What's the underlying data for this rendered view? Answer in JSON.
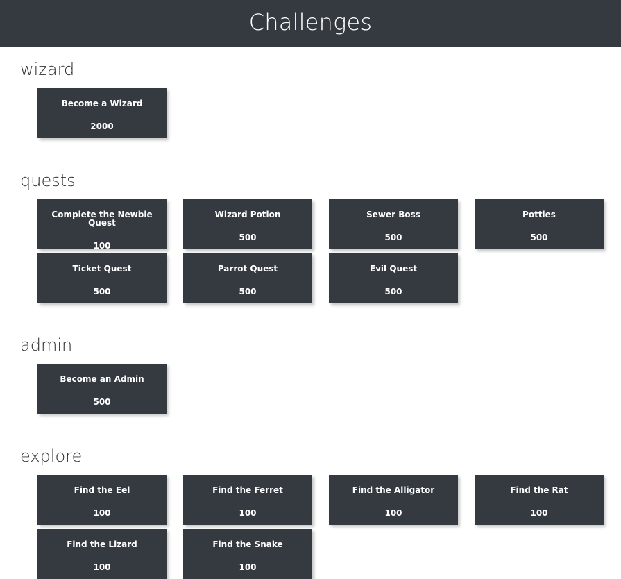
{
  "header": {
    "title": "Challenges",
    "background_color": "#343a40",
    "text_color": "#ffffff"
  },
  "theme": {
    "page_background": "#ffffff",
    "card_background": "#343a40",
    "card_text_color": "#ffffff",
    "heading_color": "#333333"
  },
  "sections": [
    {
      "id": "wizard",
      "heading": "wizard",
      "cards": [
        {
          "title": "Become a Wizard",
          "value": "2000"
        }
      ]
    },
    {
      "id": "quests",
      "heading": "quests",
      "cards": [
        {
          "title": "Complete the Newbie Quest",
          "value": "100"
        },
        {
          "title": "Wizard Potion",
          "value": "500"
        },
        {
          "title": "Sewer Boss",
          "value": "500"
        },
        {
          "title": "Pottles",
          "value": "500"
        },
        {
          "title": "Ticket Quest",
          "value": "500"
        },
        {
          "title": "Parrot Quest",
          "value": "500"
        },
        {
          "title": "Evil Quest",
          "value": "500"
        }
      ]
    },
    {
      "id": "admin",
      "heading": "admin",
      "cards": [
        {
          "title": "Become an Admin",
          "value": "500"
        }
      ]
    },
    {
      "id": "explore",
      "heading": "explore",
      "cards": [
        {
          "title": "Find the Eel",
          "value": "100"
        },
        {
          "title": "Find the Ferret",
          "value": "100"
        },
        {
          "title": "Find the Alligator",
          "value": "100"
        },
        {
          "title": "Find the Rat",
          "value": "100"
        },
        {
          "title": "Find the Lizard",
          "value": "100"
        },
        {
          "title": "Find the Snake",
          "value": "100"
        }
      ]
    }
  ]
}
